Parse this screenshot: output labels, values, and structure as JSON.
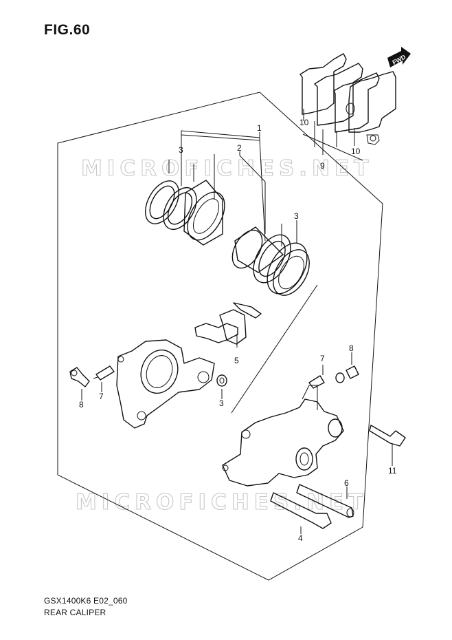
{
  "figure": {
    "title": "FIG.60",
    "fwd_label": "FWD"
  },
  "watermark": {
    "text": "MICROFICHES.NET"
  },
  "callouts": [
    {
      "id": "c1",
      "label": "1"
    },
    {
      "id": "c2",
      "label": "2"
    },
    {
      "id": "c3a",
      "label": "3"
    },
    {
      "id": "c3b",
      "label": "3"
    },
    {
      "id": "c3c",
      "label": "3"
    },
    {
      "id": "c4",
      "label": "4"
    },
    {
      "id": "c5",
      "label": "5"
    },
    {
      "id": "c6",
      "label": "6"
    },
    {
      "id": "c7a",
      "label": "7"
    },
    {
      "id": "c7b",
      "label": "7"
    },
    {
      "id": "c8a",
      "label": "8"
    },
    {
      "id": "c8b",
      "label": "8"
    },
    {
      "id": "c9",
      "label": "9"
    },
    {
      "id": "c10a",
      "label": "10"
    },
    {
      "id": "c10b",
      "label": "10"
    },
    {
      "id": "c11",
      "label": "11"
    }
  ],
  "footer": {
    "code": "GSX1400K6 E02_060",
    "name": "REAR CALIPER"
  }
}
